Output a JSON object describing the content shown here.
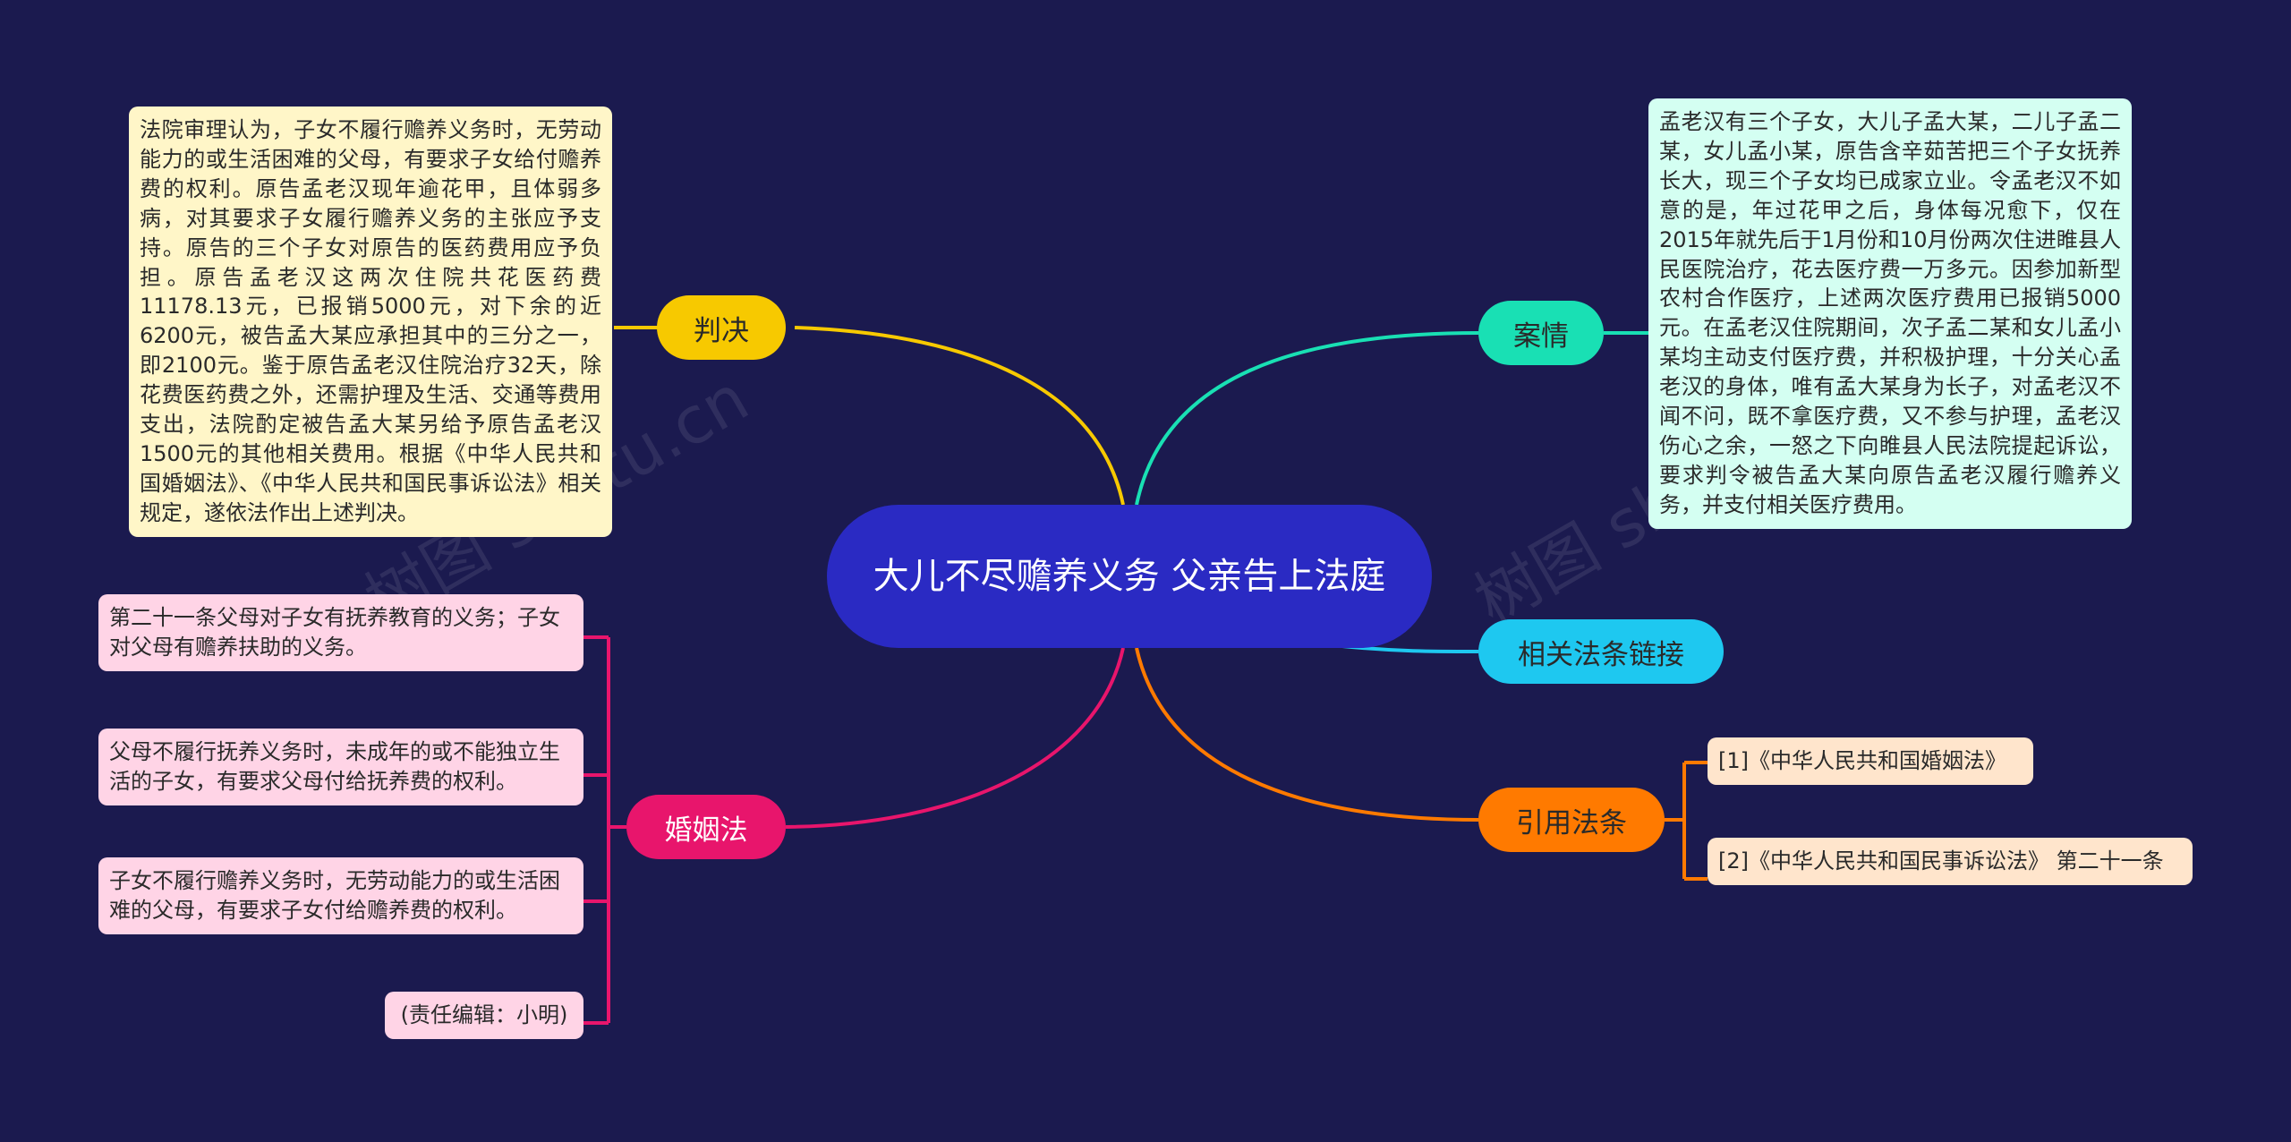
{
  "root": {
    "title": "大儿不尽赡养义务 父亲告上法庭",
    "color": "#2a2ac3"
  },
  "branches": {
    "verdict": {
      "label": "判决",
      "color": "#f7c900",
      "note": "法院审理认为，子女不履行赡养义务时，无劳动能力的或生活困难的父母，有要求子女给付赡养费的权利。原告孟老汉现年逾花甲，且体弱多病，对其要求子女履行赡养义务的主张应予支持。原告的三个子女对原告的医药费用应予负担。原告孟老汉这两次住院共花医药费11178.13元，已报销5000元，对下余的近6200元，被告孟大某应承担其中的三分之一，即2100元。鉴于原告孟老汉住院治疗32天，除花费医药费之外，还需护理及生活、交通等费用支出，法院酌定被告孟大某另给予原告孟老汉1500元的其他相关费用。根据《中华人民共和国婚姻法》、《中华人民共和国民事诉讼法》相关规定，遂依法作出上述判决。"
    },
    "marriage_law": {
      "label": "婚姻法",
      "color": "#e8156c",
      "items": [
        "第二十一条父母对子女有抚养教育的义务；子女对父母有赡养扶助的义务。",
        "父母不履行抚养义务时，未成年的或不能独立生活的子女，有要求父母付给抚养费的权利。",
        "子女不履行赡养义务时，无劳动能力的或生活困难的父母，有要求子女付给赡养费的权利。",
        "(责任编辑：小明)"
      ]
    },
    "case": {
      "label": "案情",
      "color": "#19e0b4",
      "note": "孟老汉有三个子女，大儿子孟大某，二儿子孟二某，女儿孟小某，原告含辛茹苦把三个子女抚养长大，现三个子女均已成家立业。令孟老汉不如意的是，年过花甲之后，身体每况愈下，仅在2015年就先后于1月份和10月份两次住进睢县人民医院治疗，花去医疗费一万多元。因参加新型农村合作医疗，上述两次医疗费用已报销5000元。在孟老汉住院期间，次子孟二某和女儿孟小某均主动支付医疗费，并积极护理，十分关心孟老汉的身体，唯有孟大某身为长子，对孟老汉不闻不问，既不拿医疗费，又不参与护理，孟老汉伤心之余，一怒之下向睢县人民法院提起诉讼，要求判令被告孟大某向原告孟老汉履行赡养义务，并支付相关医疗费用。"
    },
    "links": {
      "label": "相关法条链接",
      "color": "#1ec8f0"
    },
    "cited": {
      "label": "引用法条",
      "color": "#ff7a00",
      "items": [
        "[1]《中华人民共和国婚姻法》",
        "[2]《中华人民共和国民事诉讼法》 第二十一条"
      ]
    }
  },
  "watermark": "树图 shutu.cn"
}
